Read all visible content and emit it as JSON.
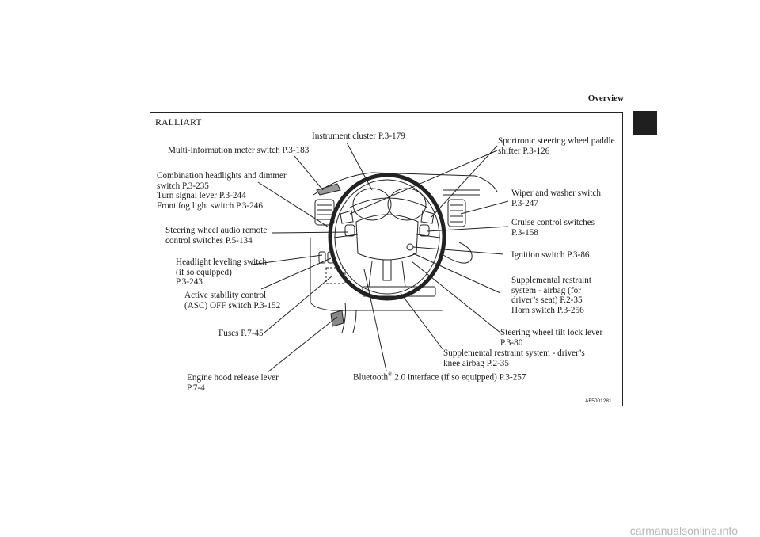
{
  "header": {
    "title": "Overview"
  },
  "figure": {
    "variant": "RALLIART",
    "code": "AF5001281",
    "labels": {
      "instrument_cluster": "Instrument cluster P.3-179",
      "sportronic_paddle_1": "Sportronic steering wheel paddle",
      "sportronic_paddle_2": "shifter P.3-126",
      "multi_info_switch": "Multi-information meter switch P.3-183",
      "combination_headlights_1": "Combination headlights and dimmer",
      "combination_headlights_2": "switch P.3-235",
      "turn_signal": "Turn signal lever P.3-244",
      "front_fog": "Front fog light switch P.3-246",
      "wiper_washer_1": "Wiper and washer switch",
      "wiper_washer_2": "P.3-247",
      "cruise_control_1": "Cruise control switches",
      "cruise_control_2": "P.3-158",
      "audio_remote_1": "Steering wheel audio remote",
      "audio_remote_2": "control switches P.5-134",
      "ignition": "Ignition switch P.3-86",
      "headlight_leveling_1": "Headlight leveling switch",
      "headlight_leveling_2": "(if so equipped)",
      "headlight_leveling_3": "P.3-243",
      "srs_airbag_1": "Supplemental restraint",
      "srs_airbag_2": "system - airbag (for",
      "srs_airbag_3": "driver’s seat) P.2-35",
      "horn": "Horn switch P.3-256",
      "asc_off_1": "Active stability control",
      "asc_off_2": "(ASC) OFF switch P.3-152",
      "fuses": "Fuses P.7-45",
      "tilt_lock_1": "Steering wheel tilt lock lever",
      "tilt_lock_2": "P.3-80",
      "knee_airbag_1": "Supplemental restraint system - driver’s",
      "knee_airbag_2": "knee airbag P.2-35",
      "hood_release_1": "Engine hood release lever",
      "hood_release_2": "P.7-4",
      "bluetooth_prefix": "Bluetooth",
      "bluetooth_reg": "®",
      "bluetooth_suffix": " 2.0 interface (if so equipped) P.3-257"
    }
  },
  "footer": {
    "watermark": "carmanualsonline.info"
  }
}
